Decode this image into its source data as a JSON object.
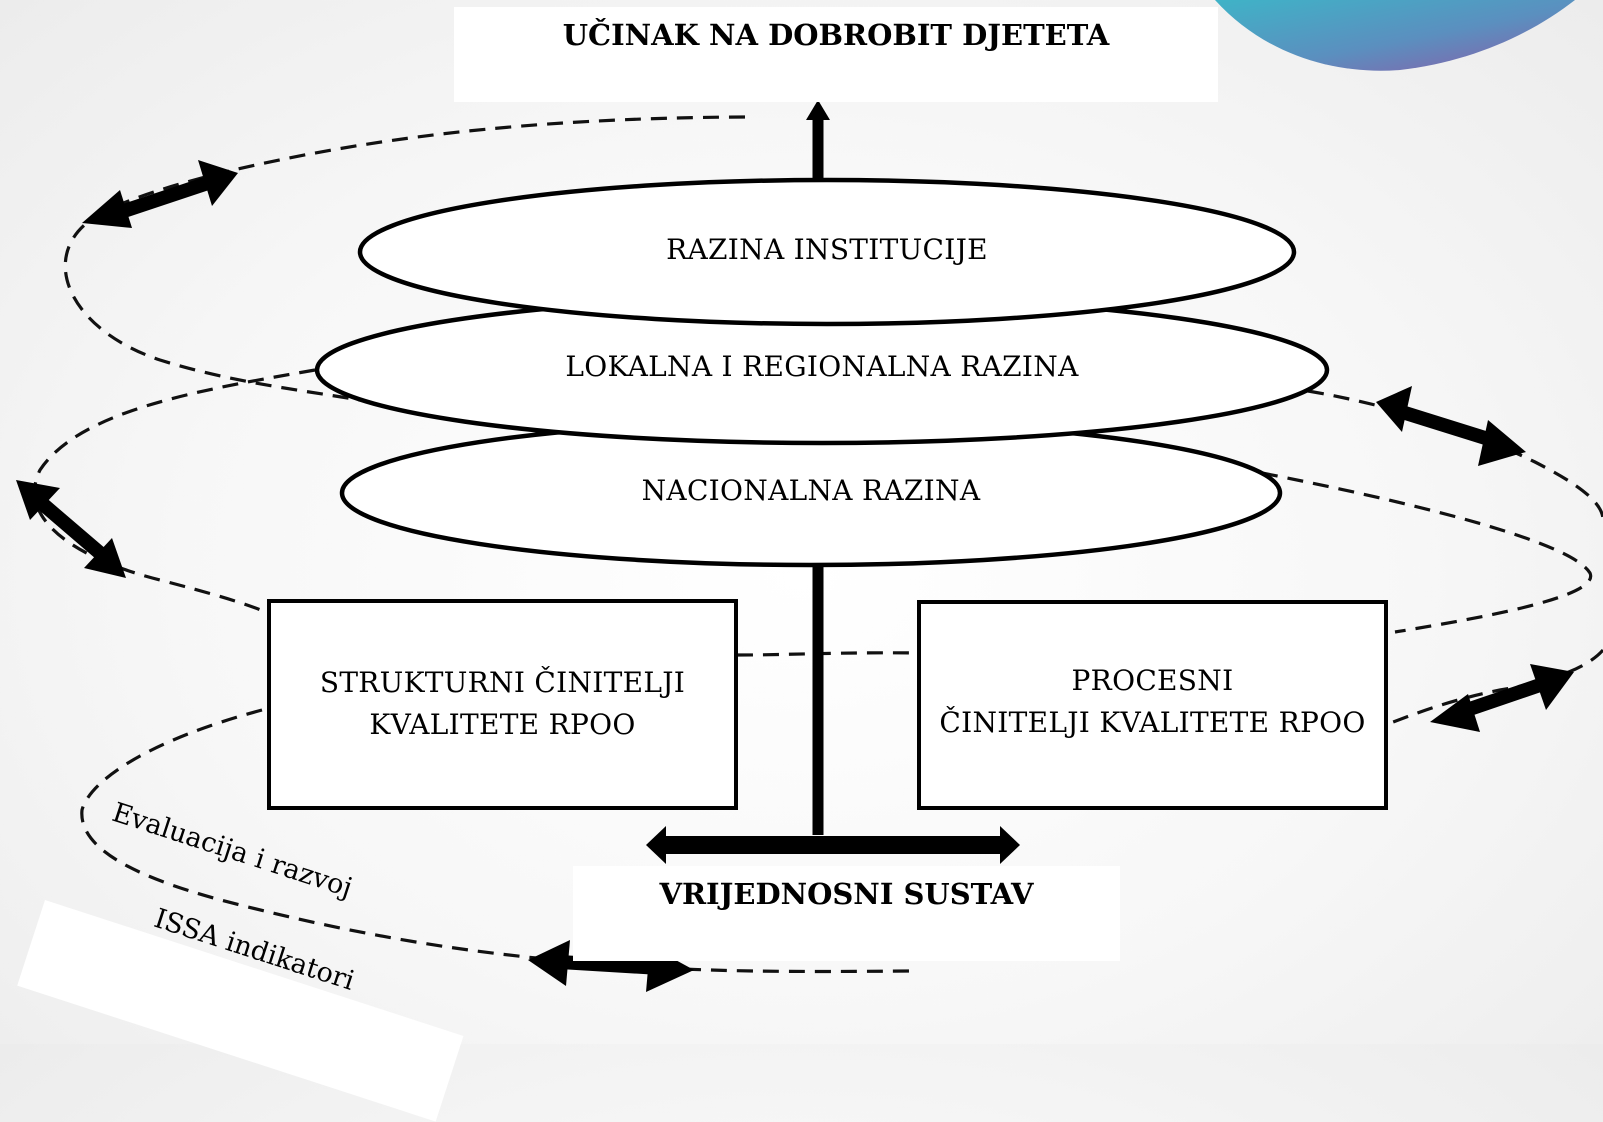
{
  "diagram": {
    "top_label": "UČINAK NA DOBROBIT DJETETA",
    "levels": {
      "institution": "RAZINA INSTITUCIJE",
      "local_regional": "LOKALNA I REGIONALNA RAZINA",
      "national": "NACIONALNA RAZINA"
    },
    "structural_factors": {
      "line1": "STRUKTURNI ČINITELJI",
      "line2": "KVALITETE RPOO"
    },
    "process_factors": {
      "line1": "PROCESNI",
      "line2": "ČINITELJI KVALITETE RPOO"
    },
    "bottom_label": "VRIJEDNOSNI SUSTAV",
    "cycle_labels": {
      "evaluation": "Evaluacija i razvoj",
      "indicators": "ISSA indikatori"
    }
  },
  "colors": {
    "stroke": "#000000",
    "box_fill": "#ffffff",
    "accent_gradient": [
      "#3fb3c7",
      "#5b8fbf",
      "#8a5ca8"
    ]
  }
}
